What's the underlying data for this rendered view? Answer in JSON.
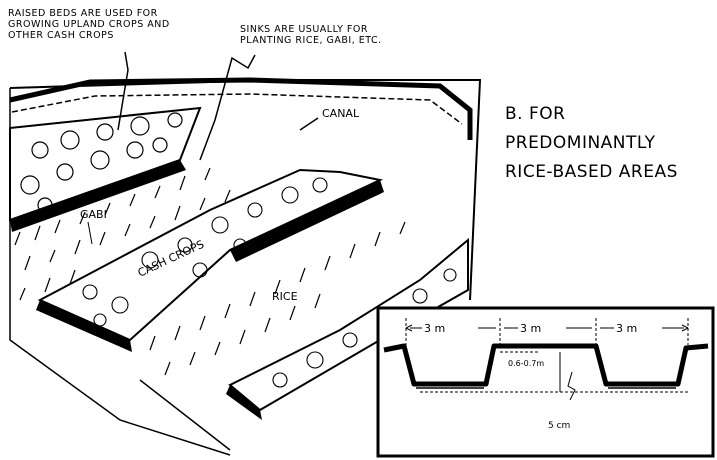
{
  "annotations": {
    "raised_beds": [
      "RAISED BEDS ARE USED FOR",
      "GROWING UPLAND CROPS AND",
      "OTHER CASH CROPS"
    ],
    "sinks": [
      "SINKS ARE USUALLY FOR",
      "PLANTING RICE, GABI, ETC."
    ],
    "canal": "CANAL",
    "gabi": "GABI",
    "cash_crops": "CASH CROPS",
    "rice": "RICE"
  },
  "section_title": [
    "B.  FOR",
    "PREDOMINANTLY",
    "RICE-BASED AREAS"
  ],
  "cross_section": {
    "widths": [
      "3 m",
      "3 m",
      "3 m"
    ],
    "height": "0.6-0.7m",
    "depth": "5 cm"
  },
  "colors": {
    "ink": "#000000",
    "paper": "#ffffff"
  }
}
